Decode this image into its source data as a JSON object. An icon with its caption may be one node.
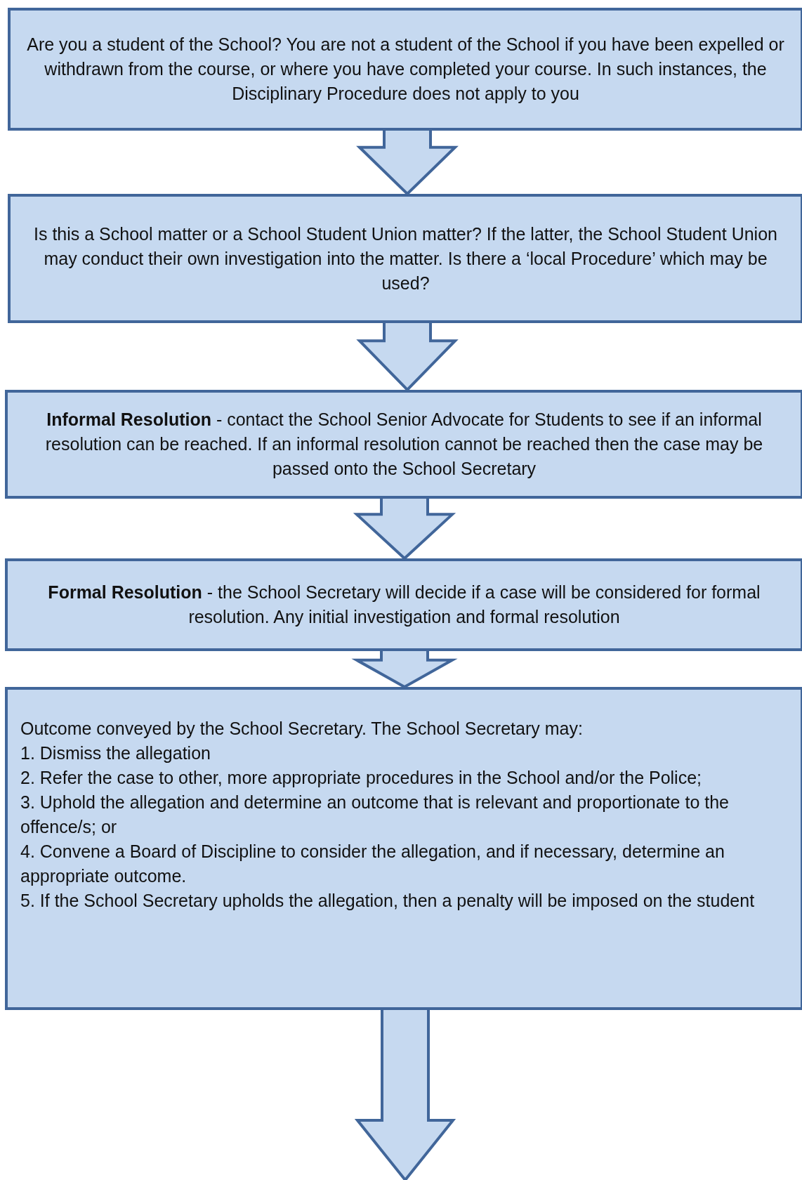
{
  "diagram": {
    "nodes": [
      {
        "text": [
          "Are you a student of the School? You are not a student of the School if you have been expelled or withdrawn from the course, or where you have completed your course. In such instances, the Disciplinary Procedure does not apply to you"
        ]
      },
      {
        "text": [
          "Is this a School matter or a School Student Union matter? If the latter, the School Student Union may conduct their own investigation into the matter. Is there a ‘local Procedure’ which may be used?"
        ]
      },
      {
        "text": [
          "**Informal Resolution** - contact the School Senior Advocate for Students to see if an informal resolution can be reached. If an informal resolution cannot be reached then the case may be passed onto the School Secretary"
        ]
      },
      {
        "text": [
          "**Formal Resolution** - the School Secretary will decide if a case will be considered for formal resolution. Any initial investigation and formal resolution"
        ]
      },
      {
        "text": [
          "Outcome conveyed by the School Secretary. The School Secretary may:",
          "1. Dismiss the allegation",
          "2. Refer the case to other, more appropriate procedures in the School and/or the Police;",
          "3. Uphold the allegation and determine an outcome that is relevant and proportionate to the offence/s; or",
          "4. Convene a Board of Discipline to consider the allegation, and if necessary, determine an appropriate outcome.",
          "5. If the School Secretary upholds the allegation, then a penalty will be imposed on the student"
        ]
      }
    ],
    "edges": [
      {
        "from": 0,
        "to": 1,
        "arrow": "to"
      },
      {
        "from": 1,
        "to": 2,
        "arrow": "to"
      },
      {
        "from": 2,
        "to": 3,
        "arrow": "to"
      },
      {
        "from": 3,
        "to": 4,
        "arrow": "to"
      },
      {
        "from": 4,
        "to": null,
        "arrow": "to"
      }
    ]
  }
}
